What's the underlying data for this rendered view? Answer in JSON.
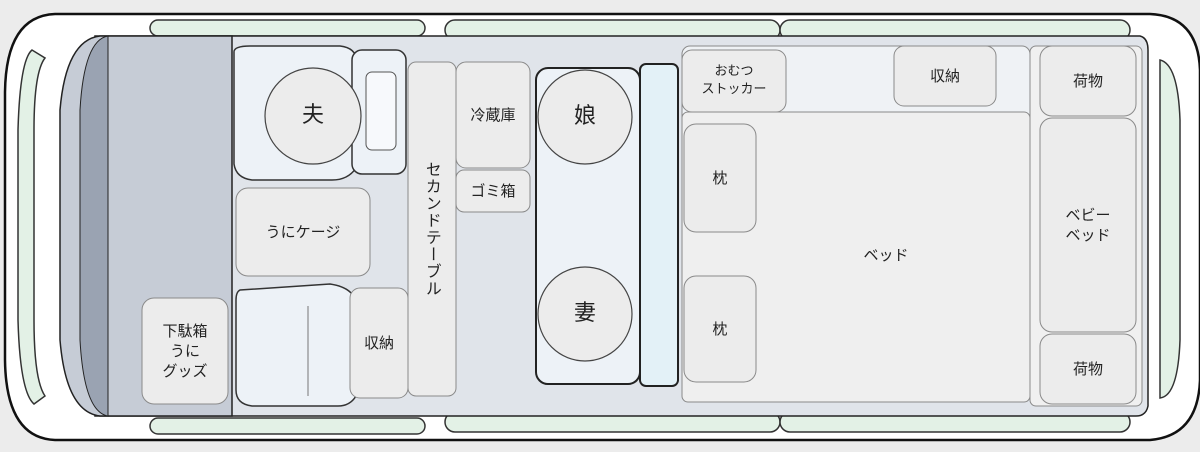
{
  "layout": {
    "passengers": {
      "husband": "夫",
      "daughter": "娘",
      "wife": "妻"
    },
    "areas": {
      "uni_cage": "うにケージ",
      "shoe_box": "下駄箱\nうに\nグッズ",
      "storage_left": "収納",
      "second_table": "セカンドテーブル",
      "fridge": "冷蔵庫",
      "trash": "ゴミ箱",
      "diaper_stocker": "おむつ\nストッカー",
      "storage_top": "収納",
      "pillow_top": "枕",
      "pillow_bottom": "枕",
      "bed": "ベッド",
      "luggage_top": "荷物",
      "baby_bed": "ベビー\nベッド",
      "luggage_bottom": "荷物"
    }
  },
  "colors": {
    "body_fill": "#ffffff",
    "outline": "#111111",
    "glass": "#e3f1e6",
    "interior": "#e0e4ea",
    "windshield": "#bfc6d2",
    "seat": "#edf2f7",
    "box": "#ececec",
    "box_stroke": "#8a8a8a"
  }
}
